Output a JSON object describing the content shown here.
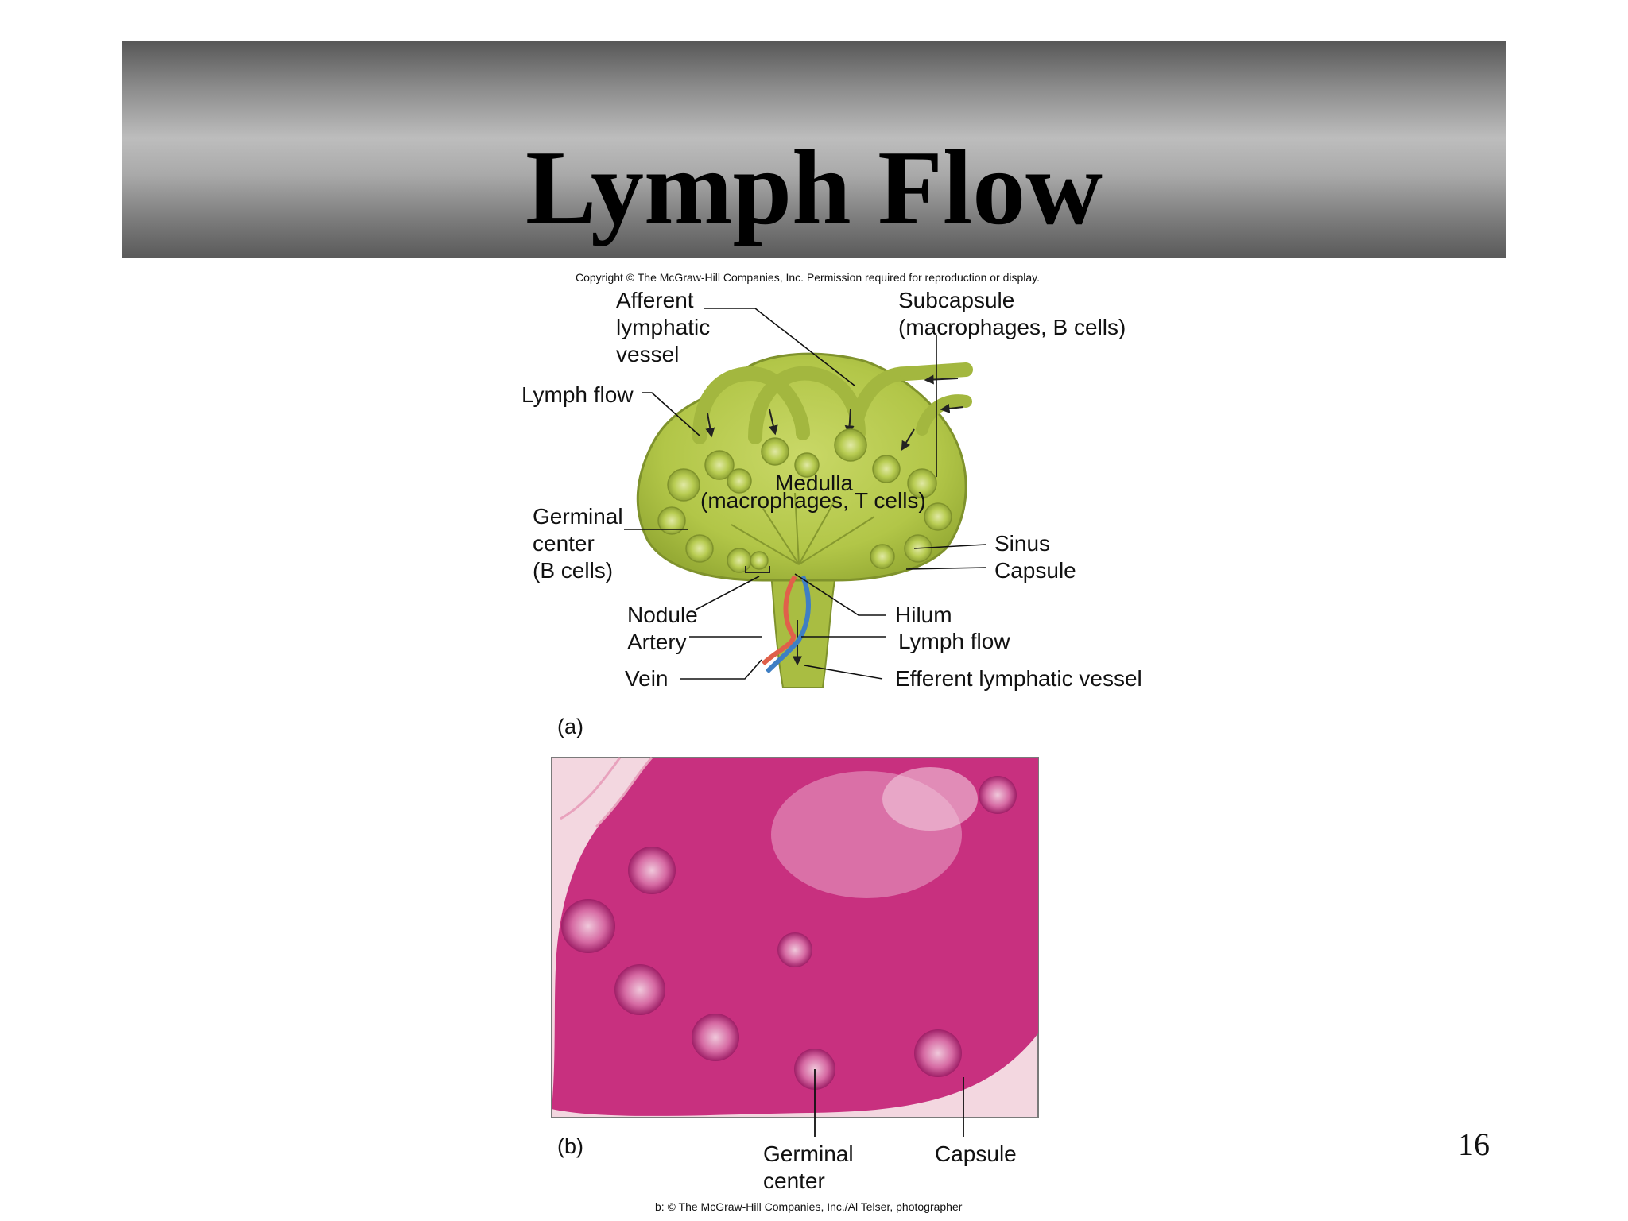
{
  "slide": {
    "title": "Lymph Flow",
    "page_number": "16"
  },
  "copyright": "Copyright © The McGraw-Hill Companies, Inc. Permission required for reproduction or display.",
  "diagram_a": {
    "panel_label": "(a)",
    "labels": {
      "afferent_1": "Afferent",
      "afferent_2": "lymphatic",
      "afferent_3": "vessel",
      "subcapsule_1": "Subcapsule",
      "subcapsule_2": "(macrophages, B cells)",
      "lymph_flow_top": "Lymph flow",
      "medulla_1": "Medulla",
      "medulla_2": "(macrophages, T cells)",
      "germinal_1": "Germinal",
      "germinal_2": "center",
      "germinal_3": "(B cells)",
      "sinus": "Sinus",
      "capsule": "Capsule",
      "nodule": "Nodule",
      "hilum": "Hilum",
      "artery": "Artery",
      "lymph_flow_bottom": "Lymph flow",
      "vein": "Vein",
      "efferent": "Efferent lymphatic vessel"
    },
    "colors": {
      "node_fill": "#b5c94a",
      "node_dark": "#8ea235",
      "artery": "#e0604a",
      "vein": "#3f7fc4"
    }
  },
  "micrograph_b": {
    "panel_label": "(b)",
    "labels": {
      "germinal_1": "Germinal",
      "germinal_2": "center",
      "capsule": "Capsule"
    },
    "colors": {
      "tissue": "#c8307f",
      "background": "#f3d7e0"
    }
  },
  "credit": "b: © The McGraw-Hill Companies, Inc./Al Telser, photographer"
}
